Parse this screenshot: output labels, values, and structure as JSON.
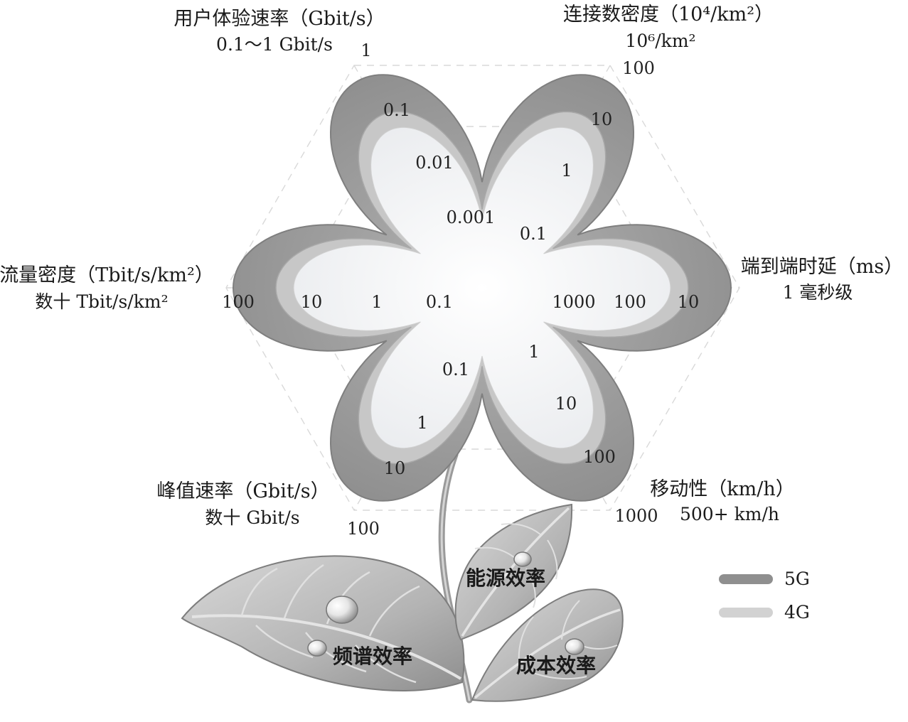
{
  "axes": {
    "user_rate": {
      "title": "用户体验速率（Gbit/s）",
      "target": "0.1～1 Gbit/s",
      "ticks": [
        "1",
        "0.1",
        "0.01",
        "0.001"
      ]
    },
    "connection_density": {
      "title": "连接数密度（10⁴/km²）",
      "target": "10⁶/km²",
      "ticks": [
        "100",
        "10",
        "1",
        "0.1"
      ]
    },
    "latency": {
      "title": "端到端时延（ms）",
      "target": "1 毫秒级",
      "ticks": [
        "10",
        "100",
        "1000"
      ]
    },
    "mobility": {
      "title": "移动性（km/h）",
      "target": "500+ km/h",
      "ticks": [
        "1000",
        "100",
        "10",
        "1"
      ]
    },
    "peak_rate": {
      "title": "峰值速率（Gbit/s）",
      "target": "数十 Gbit/s",
      "ticks": [
        "100",
        "10",
        "1",
        "0.1"
      ]
    },
    "traffic_density": {
      "title": "流量密度（Tbit/s/km²）",
      "target": "数十 Tbit/s/km²",
      "ticks": [
        "100",
        "10",
        "1",
        "0.1"
      ]
    }
  },
  "leaves": {
    "spectrum_efficiency": "频谱效率",
    "energy_efficiency": "能源效率",
    "cost_efficiency": "成本效率"
  },
  "legend": [
    {
      "label": "5G",
      "color": "#8f8f8f"
    },
    {
      "label": "4G",
      "color": "#d2d2d2"
    }
  ],
  "colors": {
    "petal_5g": "#9a9a9a",
    "petal_4g": "#c7c7c7",
    "petal_center": "#f2f3f4",
    "leaf": "#b9b9b9"
  }
}
